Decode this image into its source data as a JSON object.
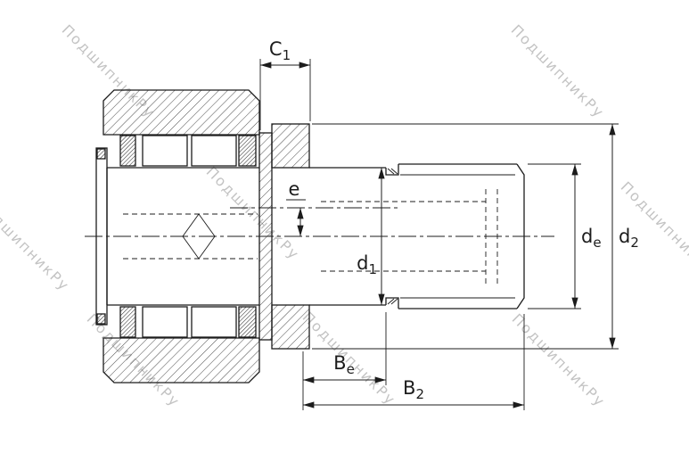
{
  "watermark": {
    "text": "ПодшипникРу"
  },
  "dimensions": {
    "c1": {
      "base": "C",
      "sub": "1"
    },
    "e": {
      "base": "e",
      "sub": ""
    },
    "d1": {
      "base": "d",
      "sub": "1"
    },
    "de": {
      "base": "d",
      "sub": "e"
    },
    "d2": {
      "base": "d",
      "sub": "2"
    },
    "be": {
      "base": "B",
      "sub": "e"
    },
    "b2": {
      "base": "B",
      "sub": "2"
    }
  },
  "colors": {
    "line": "#1c1c1c",
    "hatch": "#4a4a4a",
    "watermark": "#b5b5b5",
    "background": "#ffffff"
  }
}
